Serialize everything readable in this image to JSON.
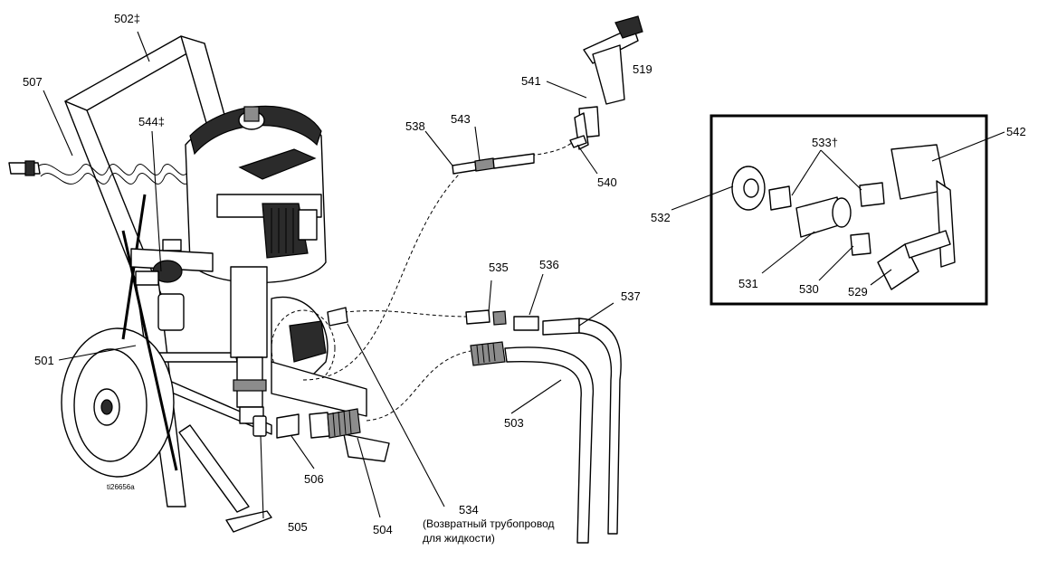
{
  "labels": {
    "l501": "501",
    "l502": "502‡",
    "l503": "503",
    "l504": "504",
    "l505": "505",
    "l506": "506",
    "l507": "507",
    "l519": "519",
    "l529": "529",
    "l530": "530",
    "l531": "531",
    "l532": "532",
    "l533": "533†",
    "l534": "534",
    "l535": "535",
    "l536": "536",
    "l537": "537",
    "l538": "538",
    "l540": "540",
    "l541": "541",
    "l542": "542",
    "l543": "543",
    "l544": "544‡"
  },
  "caption_534_line1": "(Возвратный трубопровод",
  "caption_534_line2": "для жидкости)",
  "figure_id": "ti26656a"
}
